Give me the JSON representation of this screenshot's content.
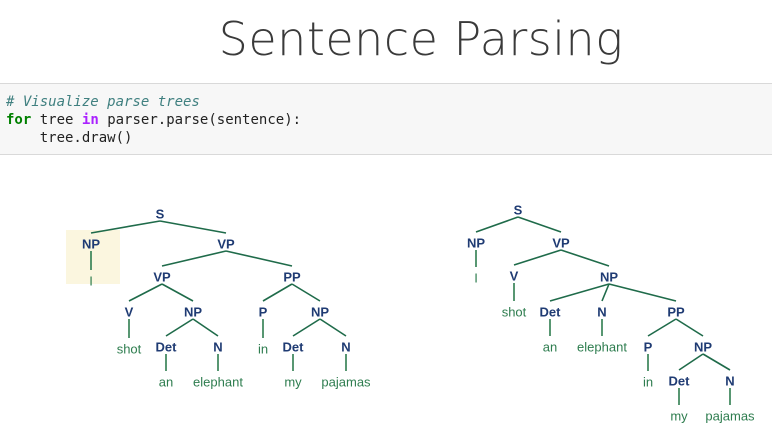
{
  "slide": {
    "title": "Sentence Parsing"
  },
  "code": {
    "comment": "# Visualize parse trees",
    "kw_for": "for",
    "var_tree": "tree",
    "kw_in": "in",
    "loop_expr": "parser.parse(sentence):",
    "body": "    tree.draw()"
  },
  "colors": {
    "node_text": "#1f3b73",
    "leaf_text": "#2e7d4f",
    "edge": "#1f6b4a",
    "highlight": "#fbf6df"
  },
  "trees": [
    {
      "id": "tree-1",
      "nodes": [
        {
          "label": "S",
          "leaf": false
        },
        {
          "label": "NP",
          "leaf": false
        },
        {
          "label": "I",
          "leaf": true
        },
        {
          "label": "VP",
          "leaf": false
        },
        {
          "label": "VP",
          "leaf": false
        },
        {
          "label": "V",
          "leaf": false
        },
        {
          "label": "shot",
          "leaf": true
        },
        {
          "label": "NP",
          "leaf": false
        },
        {
          "label": "Det",
          "leaf": false
        },
        {
          "label": "an",
          "leaf": true
        },
        {
          "label": "N",
          "leaf": false
        },
        {
          "label": "elephant",
          "leaf": true
        },
        {
          "label": "PP",
          "leaf": false
        },
        {
          "label": "P",
          "leaf": false
        },
        {
          "label": "in",
          "leaf": true
        },
        {
          "label": "NP",
          "leaf": false
        },
        {
          "label": "Det",
          "leaf": false
        },
        {
          "label": "my",
          "leaf": true
        },
        {
          "label": "N",
          "leaf": false
        },
        {
          "label": "pajamas",
          "leaf": true
        }
      ],
      "edges": [
        [
          0,
          1
        ],
        [
          1,
          2
        ],
        [
          0,
          3
        ],
        [
          3,
          4
        ],
        [
          4,
          5
        ],
        [
          5,
          6
        ],
        [
          4,
          7
        ],
        [
          7,
          8
        ],
        [
          8,
          9
        ],
        [
          7,
          10
        ],
        [
          10,
          11
        ],
        [
          3,
          12
        ],
        [
          12,
          13
        ],
        [
          13,
          14
        ],
        [
          12,
          15
        ],
        [
          15,
          16
        ],
        [
          16,
          17
        ],
        [
          15,
          18
        ],
        [
          18,
          19
        ]
      ]
    },
    {
      "id": "tree-2",
      "nodes": [
        {
          "label": "S",
          "leaf": false
        },
        {
          "label": "NP",
          "leaf": false
        },
        {
          "label": "I",
          "leaf": true
        },
        {
          "label": "VP",
          "leaf": false
        },
        {
          "label": "V",
          "leaf": false
        },
        {
          "label": "shot",
          "leaf": true
        },
        {
          "label": "NP",
          "leaf": false
        },
        {
          "label": "Det",
          "leaf": false
        },
        {
          "label": "an",
          "leaf": true
        },
        {
          "label": "N",
          "leaf": false
        },
        {
          "label": "elephant",
          "leaf": true
        },
        {
          "label": "PP",
          "leaf": false
        },
        {
          "label": "P",
          "leaf": false
        },
        {
          "label": "in",
          "leaf": true
        },
        {
          "label": "NP",
          "leaf": false
        },
        {
          "label": "Det",
          "leaf": false
        },
        {
          "label": "my",
          "leaf": true
        },
        {
          "label": "N",
          "leaf": false
        },
        {
          "label": "pajamas",
          "leaf": true
        }
      ],
      "edges": [
        [
          0,
          1
        ],
        [
          1,
          2
        ],
        [
          0,
          3
        ],
        [
          3,
          4
        ],
        [
          4,
          5
        ],
        [
          3,
          6
        ],
        [
          6,
          7
        ],
        [
          7,
          8
        ],
        [
          6,
          9
        ],
        [
          9,
          10
        ],
        [
          6,
          11
        ],
        [
          11,
          12
        ],
        [
          12,
          13
        ],
        [
          11,
          14
        ],
        [
          14,
          15
        ],
        [
          15,
          16
        ],
        [
          14,
          17
        ],
        [
          17,
          18
        ]
      ]
    }
  ]
}
